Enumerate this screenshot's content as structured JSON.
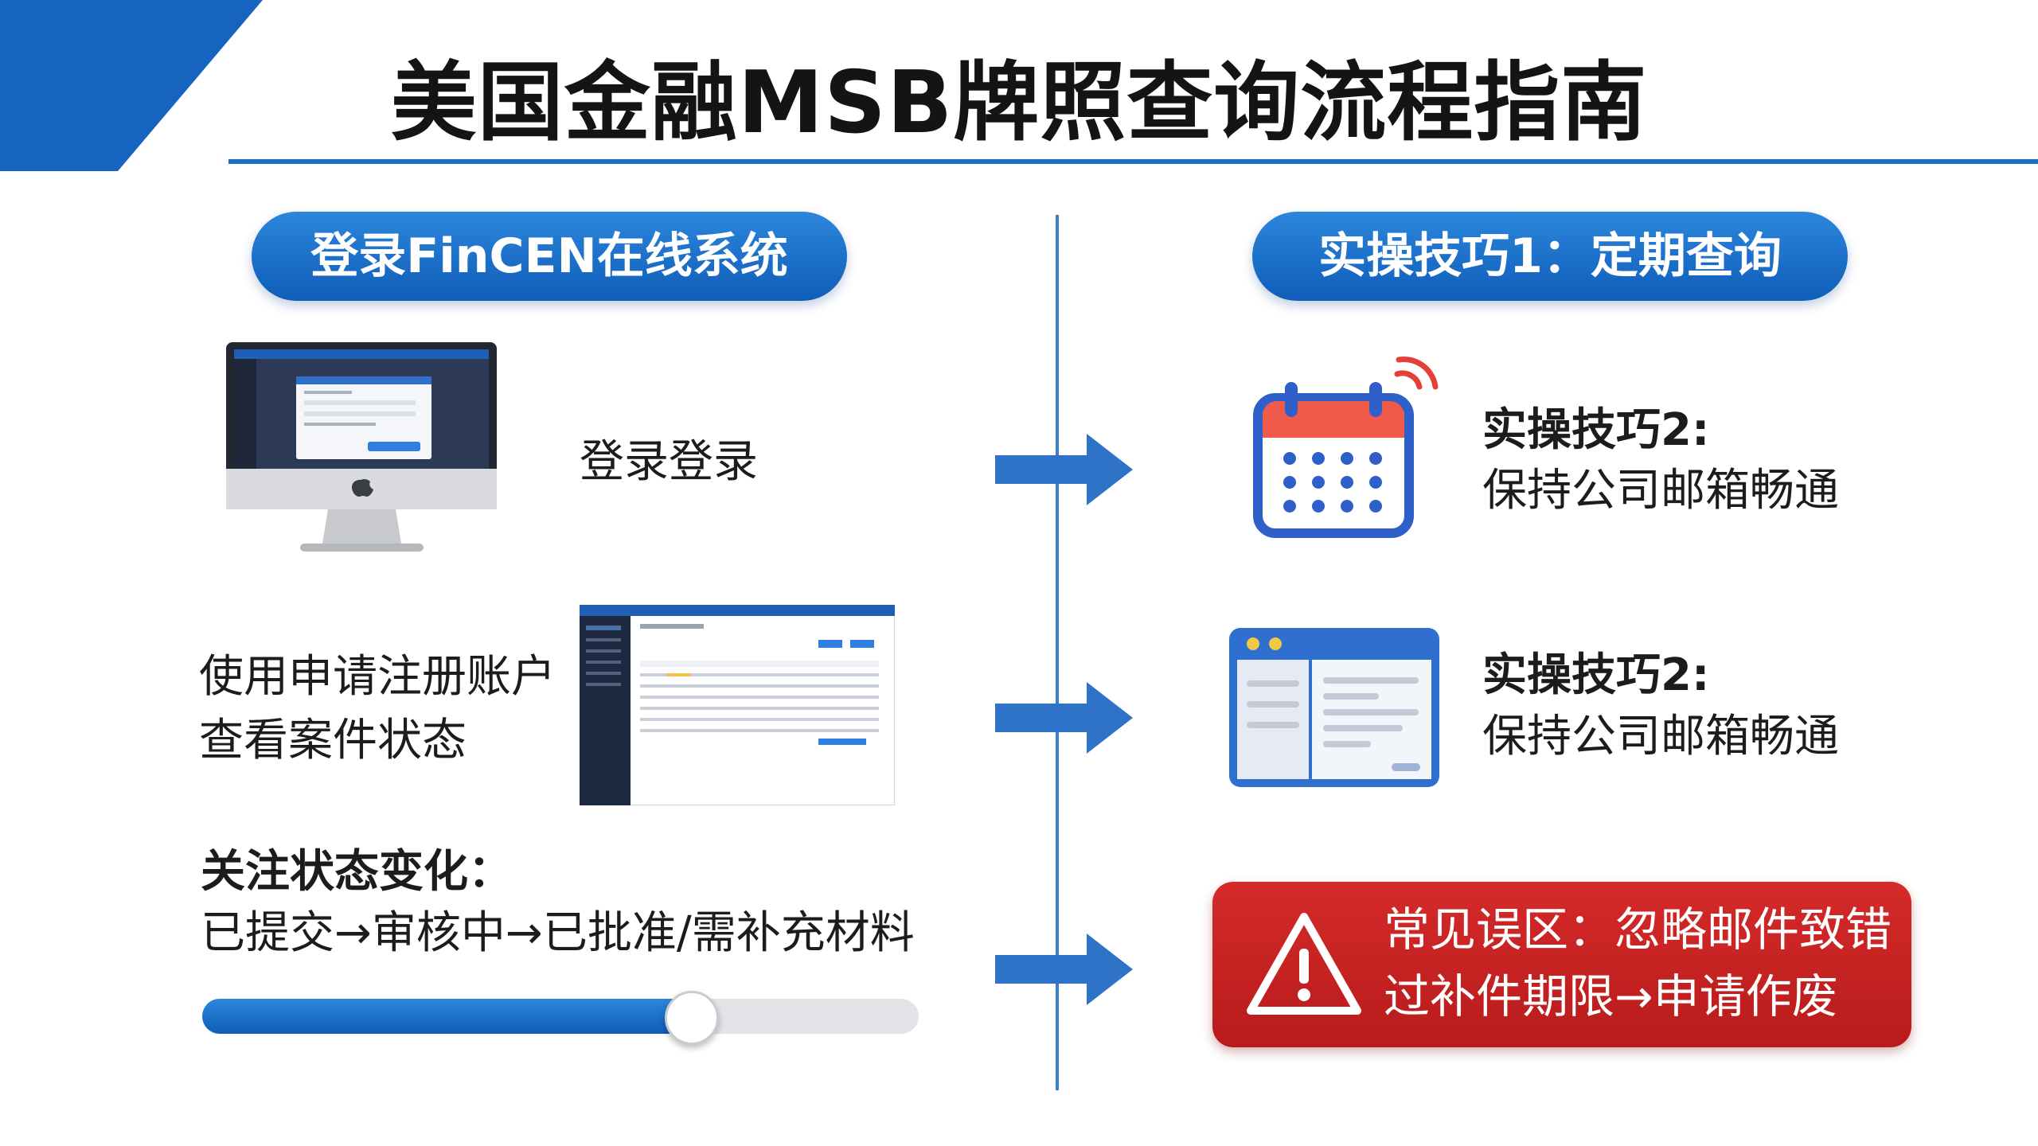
{
  "title": "美国金融MSB牌照查询流程指南",
  "left": {
    "header": "登录FinCEN在线系统",
    "step1_label": "登录登录",
    "step2_line1": "使用申请注册账户",
    "step2_line2": "查看案件状态",
    "step3_title": "关注状态变化：",
    "step3_text": "已提交→审核中→已批准/需补充材料",
    "progress": 0.68
  },
  "right": {
    "header": "实操技巧1：定期查询",
    "tip2a_title": "实操技巧2:",
    "tip2a_text": "保持公司邮箱畅通",
    "tip2b_title": "实操技巧2:",
    "tip2b_text": "保持公司邮箱畅通",
    "warning_line1": "常见误区：忽略邮件致错",
    "warning_line2": "过补件期限→申请作废"
  },
  "icons": [
    "imac-icon",
    "dashboard-screenshot-icon",
    "calendar-icon",
    "signal-icon",
    "window-document-icon",
    "warning-icon",
    "arrow-right-icon"
  ],
  "colors": {
    "accent": "#1a6fc4",
    "warning": "#c92222"
  }
}
